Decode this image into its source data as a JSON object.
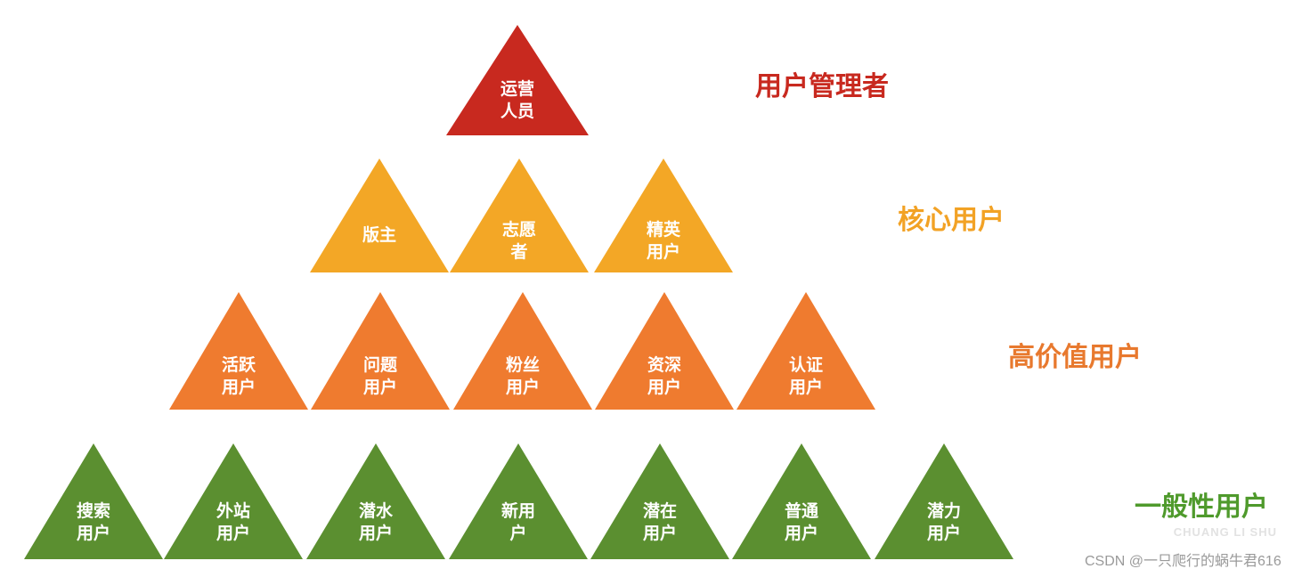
{
  "colors": {
    "manager": "#c8291f",
    "core": "#f3a726",
    "high_value": "#ef7b2f",
    "general": "#5b8f30",
    "tier_manager": "#c8291f",
    "tier_core": "#f2a225",
    "tier_high_value": "#e8792e",
    "tier_general": "#4f9a2c"
  },
  "tiers": [
    {
      "label": "用户管理者",
      "color_key": "manager",
      "label_color_key": "tier_manager",
      "items": [
        {
          "label": "运营\n人员"
        }
      ]
    },
    {
      "label": "核心用户",
      "color_key": "core",
      "label_color_key": "tier_core",
      "items": [
        {
          "label": "版主"
        },
        {
          "label": "志愿\n者"
        },
        {
          "label": "精英\n用户"
        }
      ]
    },
    {
      "label": "高价值用户",
      "color_key": "high_value",
      "label_color_key": "tier_high_value",
      "items": [
        {
          "label": "活跃\n用户"
        },
        {
          "label": "问题\n用户"
        },
        {
          "label": "粉丝\n用户"
        },
        {
          "label": "资深\n用户"
        },
        {
          "label": "认证\n用户"
        }
      ]
    },
    {
      "label": "一般性用户",
      "color_key": "general",
      "label_color_key": "tier_general",
      "items": [
        {
          "label": "搜索\n用户"
        },
        {
          "label": "外站\n用户"
        },
        {
          "label": "潜水\n用户"
        },
        {
          "label": "新用\n户"
        },
        {
          "label": "潜在\n用户"
        },
        {
          "label": "普通\n用户"
        },
        {
          "label": "潜力\n用户"
        }
      ]
    }
  ],
  "watermark": {
    "logo": "CHUANG LI SHU",
    "text": "CSDN @一只爬行的蜗牛君616"
  }
}
